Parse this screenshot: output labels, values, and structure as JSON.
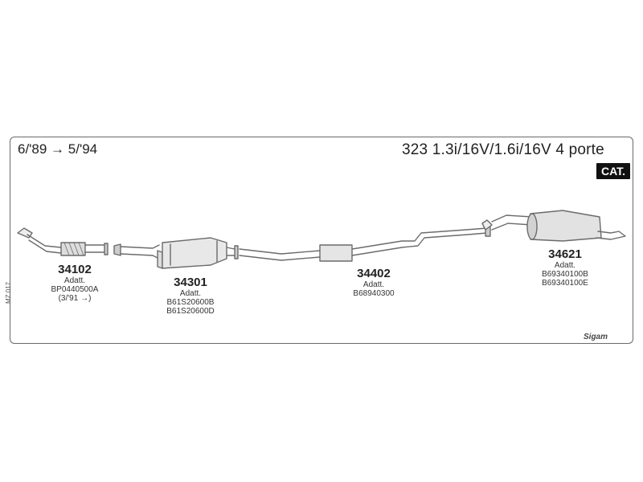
{
  "header": {
    "dates": "6/'89 → 5/'94",
    "model": "323 1.3i/16V/1.6i/16V 4 porte",
    "badge": "CAT."
  },
  "parts": [
    {
      "code": "34102",
      "lines": [
        "Adatt.",
        "BP0440500A",
        "(3/'91 →)"
      ]
    },
    {
      "code": "34301",
      "lines": [
        "Adatt.",
        "B61S20600B",
        "B61S20600D"
      ]
    },
    {
      "code": "34402",
      "lines": [
        "Adatt.",
        "B68940300"
      ]
    },
    {
      "code": "34621",
      "lines": [
        "Adatt.",
        "B69340100B",
        "B69340100E"
      ]
    }
  ],
  "side_code": "MZ 017",
  "brand": "Sigam"
}
